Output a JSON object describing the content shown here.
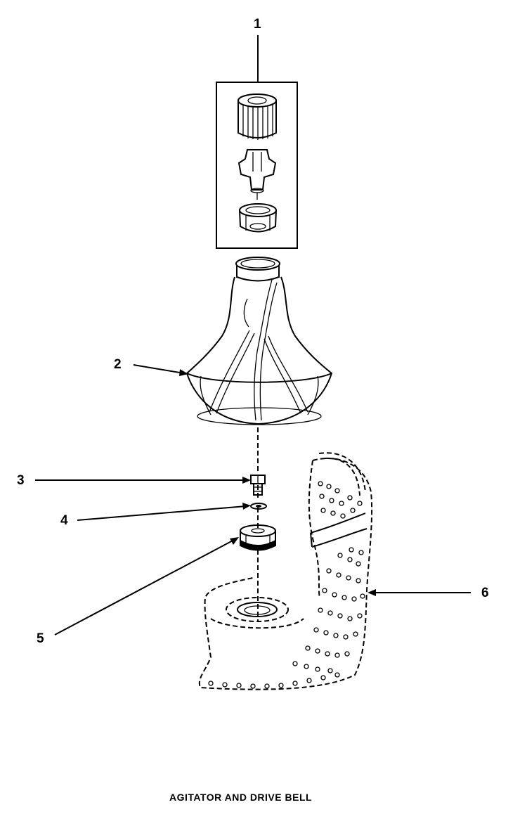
{
  "caption": "AGITATOR AND DRIVE BELL",
  "callouts": [
    {
      "number": "1",
      "part": "agitator-cap-assembly"
    },
    {
      "number": "2",
      "part": "agitator"
    },
    {
      "number": "3",
      "part": "bolt"
    },
    {
      "number": "4",
      "part": "washer"
    },
    {
      "number": "5",
      "part": "drive-bell"
    },
    {
      "number": "6",
      "part": "wash-tub"
    }
  ]
}
